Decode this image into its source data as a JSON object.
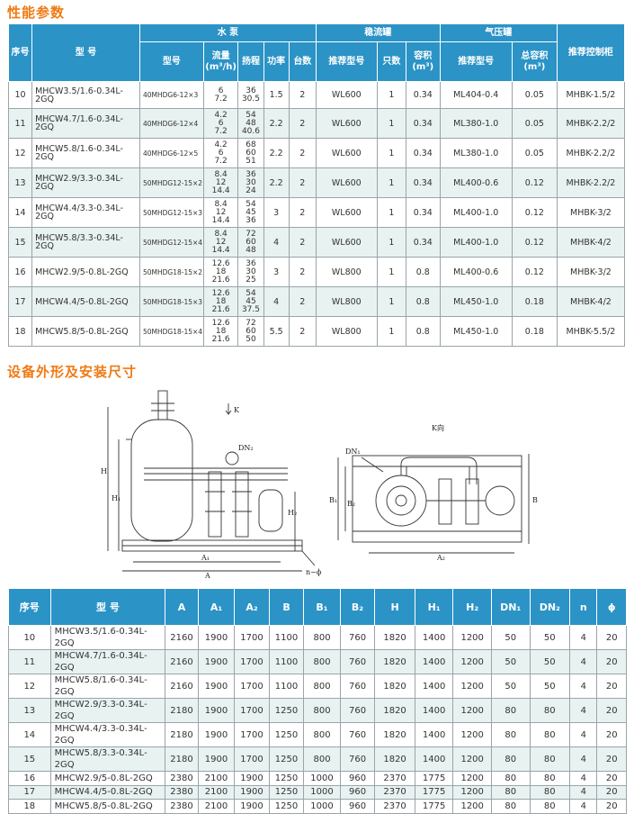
{
  "section1_title": "性能参数",
  "section2_title": "设备外形及安装尺寸",
  "perf_headers": {
    "seq": "序号",
    "model": "型 号",
    "pump_group": "水 泵",
    "tank_group": "稳流罐",
    "pressure_group": "气压罐",
    "controller": "推荐控制柜",
    "pump_model": "型号",
    "flow": "流量\n(m³/h)",
    "head": "扬程",
    "power": "功率",
    "count": "台数",
    "tank_model": "推荐型号",
    "tank_qty": "只数",
    "tank_volume": "容积\n(m³)",
    "press_model": "推荐型号",
    "press_volume": "总容积\n(m³)"
  },
  "perf_rows": [
    {
      "seq": "10",
      "model": "MHCW3.5/1.6-0.34L-2GQ",
      "pump": "40MHDG6-12×3",
      "flow": "6\n7.2",
      "head": "36\n30.5",
      "power": "1.5",
      "count": "2",
      "tank": "WL600",
      "qty": "1",
      "vol": "0.34",
      "press": "ML404-0.4",
      "pvol": "0.05",
      "ctrl": "MHBK-1.5/2"
    },
    {
      "seq": "11",
      "model": "MHCW4.7/1.6-0.34L-2GQ",
      "pump": "40MHDG6-12×4",
      "flow": "4.2\n6\n7.2",
      "head": "54\n48\n40.6",
      "power": "2.2",
      "count": "2",
      "tank": "WL600",
      "qty": "1",
      "vol": "0.34",
      "press": "ML380-1.0",
      "pvol": "0.05",
      "ctrl": "MHBK-2.2/2"
    },
    {
      "seq": "12",
      "model": "MHCW5.8/1.6-0.34L-2GQ",
      "pump": "40MHDG6-12×5",
      "flow": "4.2\n6\n7.2",
      "head": "68\n60\n51",
      "power": "2.2",
      "count": "2",
      "tank": "WL600",
      "qty": "1",
      "vol": "0.34",
      "press": "ML380-1.0",
      "pvol": "0.05",
      "ctrl": "MHBK-2.2/2"
    },
    {
      "seq": "13",
      "model": "MHCW2.9/3.3-0.34L-2GQ",
      "pump": "50MHDG12-15×2",
      "flow": "8.4\n12\n14.4",
      "head": "36\n30\n24",
      "power": "2.2",
      "count": "2",
      "tank": "WL600",
      "qty": "1",
      "vol": "0.34",
      "press": "ML400-0.6",
      "pvol": "0.12",
      "ctrl": "MHBK-2.2/2"
    },
    {
      "seq": "14",
      "model": "MHCW4.4/3.3-0.34L-2GQ",
      "pump": "50MHDG12-15×3",
      "flow": "8.4\n12\n14.4",
      "head": "54\n45\n36",
      "power": "3",
      "count": "2",
      "tank": "WL600",
      "qty": "1",
      "vol": "0.34",
      "press": "ML400-1.0",
      "pvol": "0.12",
      "ctrl": "MHBK-3/2"
    },
    {
      "seq": "15",
      "model": "MHCW5.8/3.3-0.34L-2GQ",
      "pump": "50MHDG12-15×4",
      "flow": "8.4\n12\n14.4",
      "head": "72\n60\n48",
      "power": "4",
      "count": "2",
      "tank": "WL600",
      "qty": "1",
      "vol": "0.34",
      "press": "ML400-1.0",
      "pvol": "0.12",
      "ctrl": "MHBK-4/2"
    },
    {
      "seq": "16",
      "model": "MHCW2.9/5-0.8L-2GQ",
      "pump": "50MHDG18-15×2",
      "flow": "12.6\n18\n21.6",
      "head": "36\n30\n25",
      "power": "3",
      "count": "2",
      "tank": "WL800",
      "qty": "1",
      "vol": "0.8",
      "press": "ML400-0.6",
      "pvol": "0.12",
      "ctrl": "MHBK-3/2"
    },
    {
      "seq": "17",
      "model": "MHCW4.4/5-0.8L-2GQ",
      "pump": "50MHDG18-15×3",
      "flow": "12.6\n18\n21.6",
      "head": "54\n45\n37.5",
      "power": "4",
      "count": "2",
      "tank": "WL800",
      "qty": "1",
      "vol": "0.8",
      "press": "ML450-1.0",
      "pvol": "0.18",
      "ctrl": "MHBK-4/2"
    },
    {
      "seq": "18",
      "model": "MHCW5.8/5-0.8L-2GQ",
      "pump": "50MHDG18-15×4",
      "flow": "12.6\n18\n21.6",
      "head": "72\n60\n50",
      "power": "5.5",
      "count": "2",
      "tank": "WL800",
      "qty": "1",
      "vol": "0.8",
      "press": "ML450-1.0",
      "pvol": "0.18",
      "ctrl": "MHBK-5.5/2"
    }
  ],
  "drawing_labels": {
    "k": "K",
    "k_view": "K向",
    "dn1": "DN₁",
    "dn2": "DN₂",
    "h": "H",
    "h1": "H₁",
    "h2": "H₂",
    "a": "A",
    "a1": "A₁",
    "a2": "A₂",
    "b": "B",
    "b1": "B₁",
    "b2": "B₂",
    "n_phi": "n−ϕ"
  },
  "dim_headers": [
    "序号",
    "型 号",
    "A",
    "A₁",
    "A₂",
    "B",
    "B₁",
    "B₂",
    "H",
    "H₁",
    "H₂",
    "DN₁",
    "DN₂",
    "n",
    "ϕ"
  ],
  "dim_rows": [
    [
      "10",
      "MHCW3.5/1.6-0.34L-2GQ",
      "2160",
      "1900",
      "1700",
      "1100",
      "800",
      "760",
      "1820",
      "1400",
      "1200",
      "50",
      "50",
      "4",
      "20"
    ],
    [
      "11",
      "MHCW4.7/1.6-0.34L-2GQ",
      "2160",
      "1900",
      "1700",
      "1100",
      "800",
      "760",
      "1820",
      "1400",
      "1200",
      "50",
      "50",
      "4",
      "20"
    ],
    [
      "12",
      "MHCW5.8/1.6-0.34L-2GQ",
      "2160",
      "1900",
      "1700",
      "1100",
      "800",
      "760",
      "1820",
      "1400",
      "1200",
      "50",
      "50",
      "4",
      "20"
    ],
    [
      "13",
      "MHCW2.9/3.3-0.34L-2GQ",
      "2180",
      "1900",
      "1700",
      "1250",
      "800",
      "760",
      "1820",
      "1400",
      "1200",
      "80",
      "80",
      "4",
      "20"
    ],
    [
      "14",
      "MHCW4.4/3.3-0.34L-2GQ",
      "2180",
      "1900",
      "1700",
      "1250",
      "800",
      "760",
      "1820",
      "1400",
      "1200",
      "80",
      "80",
      "4",
      "20"
    ],
    [
      "15",
      "MHCW5.8/3.3-0.34L-2GQ",
      "2180",
      "1900",
      "1700",
      "1250",
      "800",
      "760",
      "1820",
      "1400",
      "1200",
      "80",
      "80",
      "4",
      "20"
    ],
    [
      "16",
      "MHCW2.9/5-0.8L-2GQ",
      "2380",
      "2100",
      "1900",
      "1250",
      "1000",
      "960",
      "2370",
      "1775",
      "1200",
      "80",
      "80",
      "4",
      "20"
    ],
    [
      "17",
      "MHCW4.4/5-0.8L-2GQ",
      "2380",
      "2100",
      "1900",
      "1250",
      "1000",
      "960",
      "2370",
      "1775",
      "1200",
      "80",
      "80",
      "4",
      "20"
    ],
    [
      "18",
      "MHCW5.8/5-0.8L-2GQ",
      "2380",
      "2100",
      "1900",
      "1250",
      "1000",
      "960",
      "2370",
      "1775",
      "1200",
      "80",
      "80",
      "4",
      "20"
    ]
  ]
}
